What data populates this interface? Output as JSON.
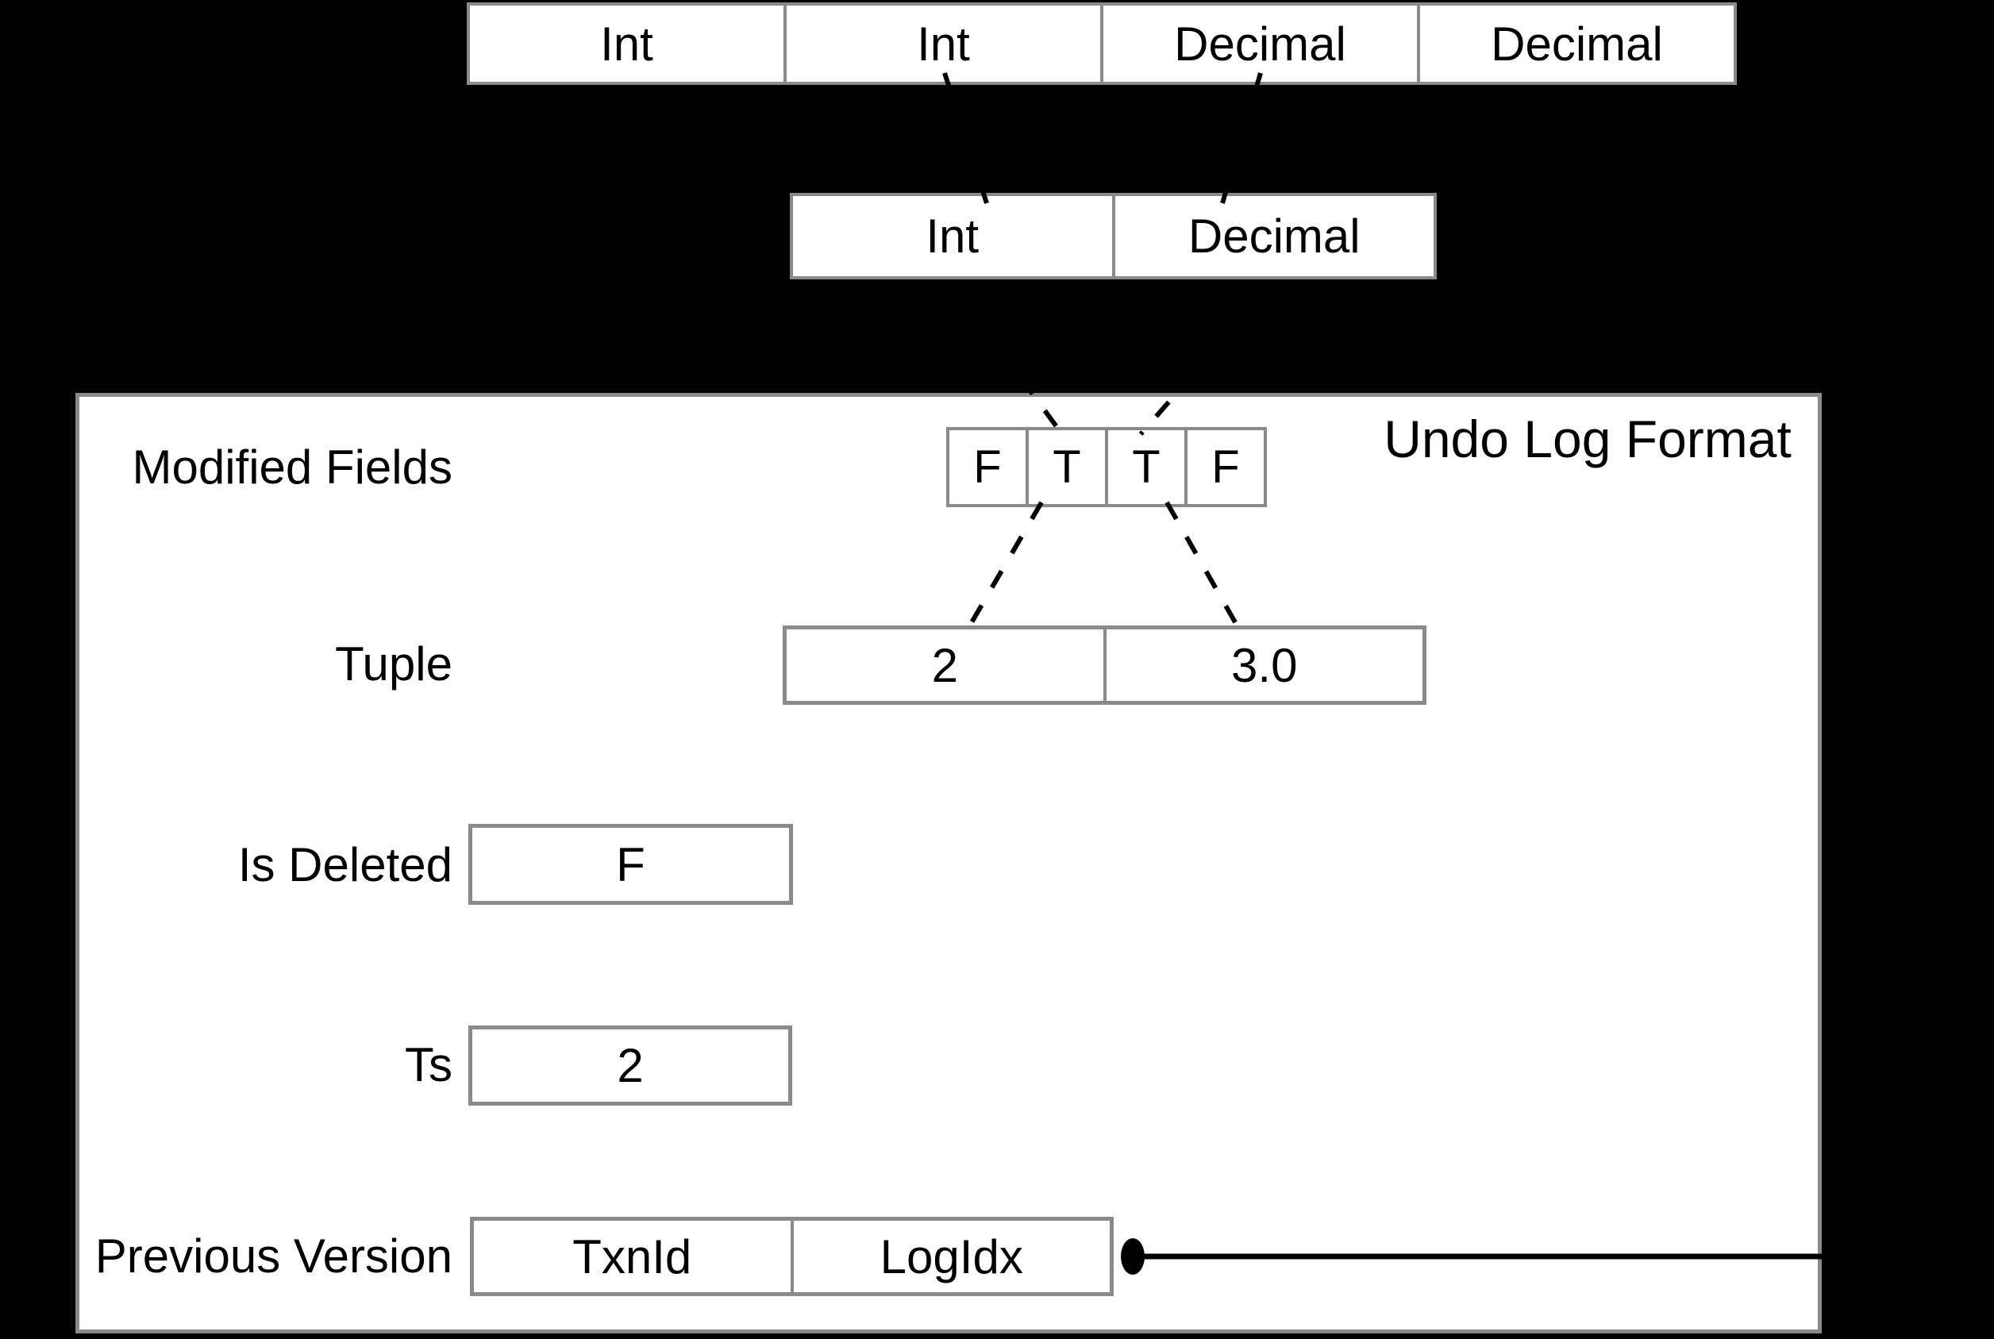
{
  "colors": {
    "background": "#000000",
    "panel": "#ffffff",
    "border": "#8a8a8a",
    "text": "#000000",
    "connector": "#000000"
  },
  "schema_table": {
    "cells": [
      "Int",
      "Int",
      "Decimal",
      "Decimal"
    ]
  },
  "projected_table": {
    "cells": [
      "Int",
      "Decimal"
    ]
  },
  "undo_log": {
    "title": "Undo Log Format",
    "modified_fields": {
      "label": "Modified Fields",
      "cells": [
        "F",
        "T",
        "T",
        "F"
      ]
    },
    "tuple": {
      "label": "Tuple",
      "cells": [
        "2",
        "3.0"
      ]
    },
    "is_deleted": {
      "label": "Is Deleted",
      "value": "F"
    },
    "ts": {
      "label": "Ts",
      "value": "2"
    },
    "previous_version": {
      "label": "Previous Version",
      "cells": [
        "TxnId",
        "LogIdx"
      ]
    }
  }
}
